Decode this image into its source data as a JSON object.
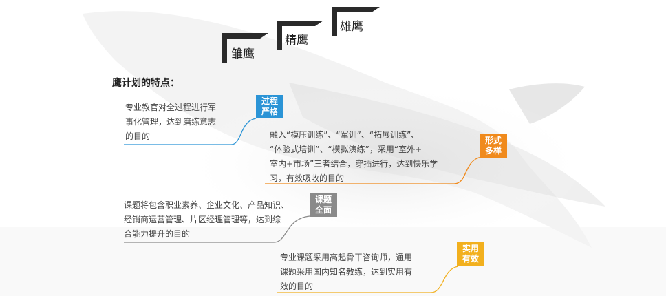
{
  "stages": {
    "s1": "雏鹰",
    "s2": "精鹰",
    "s3": "雄鹰"
  },
  "heading": "鹰计划的特点：",
  "features": [
    {
      "tag_line1": "过程",
      "tag_line2": "严格",
      "color": "#2b94d6",
      "lines": [
        "专业教官对全过程进行军",
        "事化管理，达到磨练意志",
        "的目的"
      ]
    },
    {
      "tag_line1": "形式",
      "tag_line2": "多样",
      "color": "#f08a1c",
      "lines": [
        "融入“模压训练”、“军训”、“拓展训练”、",
        "“体验式培训”、“模拟演练”，采用“室外+",
        "室内+市场”三者结合，穿插进行，达到快乐学",
        "习，有效吸收的目的"
      ]
    },
    {
      "tag_line1": "课题",
      "tag_line2": "全面",
      "color": "#8a8a8a",
      "lines": [
        "课题将包含职业素养、企业文化、产品知识、",
        "经销商运营管理、片区经理管理等，达到综",
        "合能力提升的目的"
      ]
    },
    {
      "tag_line1": "实用",
      "tag_line2": "有效",
      "color": "#f2b01e",
      "lines": [
        "专业课题采用高起骨干咨询师，通用",
        "课题采用国内知名教练，达到实用有",
        "效的目的"
      ]
    }
  ]
}
